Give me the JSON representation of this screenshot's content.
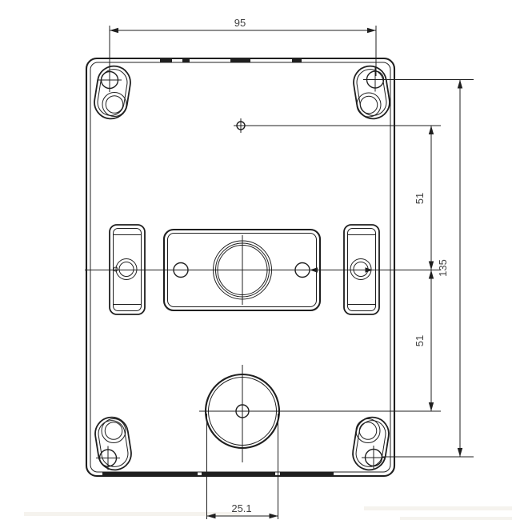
{
  "drawing": {
    "dimensions": {
      "top_hole_spacing": "95",
      "upper_offset": "51",
      "lower_offset": "51",
      "overall_vertical": "135",
      "bottom_bore_diameter": "25.1"
    },
    "colors": {
      "line": "#1f1f1f",
      "dim_text": "#3f3f3f",
      "background": "#ffffff"
    }
  }
}
